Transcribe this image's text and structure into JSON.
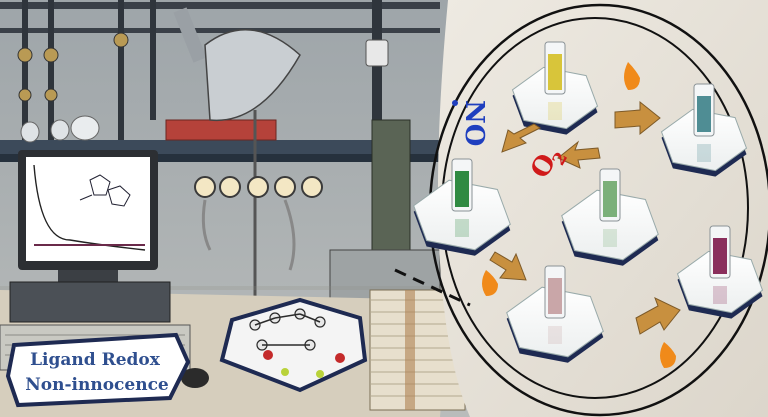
{
  "scene": {
    "badge_line1": "Ligand Redox",
    "badge_line2": "Non-innocence",
    "no_label": "NO",
    "o2_main": "O",
    "o2_sub": "2"
  },
  "colors": {
    "wall": "#a9afb2",
    "desk": "#d8d0bf",
    "panel": "#e6e1d8",
    "arrow": "#c8903f",
    "no_blue": "#1f3fbf",
    "o2_red": "#d01a1a",
    "hex_edge": "#1e2a52",
    "flame": "#f08a1a"
  },
  "vials": [
    {
      "name": "vial-yellow",
      "color": "#d8c53a"
    },
    {
      "name": "vial-teal",
      "color": "#4f8d94"
    },
    {
      "name": "vial-green-left",
      "color": "#2f8a42"
    },
    {
      "name": "vial-green-center",
      "color": "#7bb07a"
    },
    {
      "name": "vial-pink",
      "color": "#c9a6a8"
    },
    {
      "name": "vial-magenta",
      "color": "#8a2f5c"
    }
  ]
}
